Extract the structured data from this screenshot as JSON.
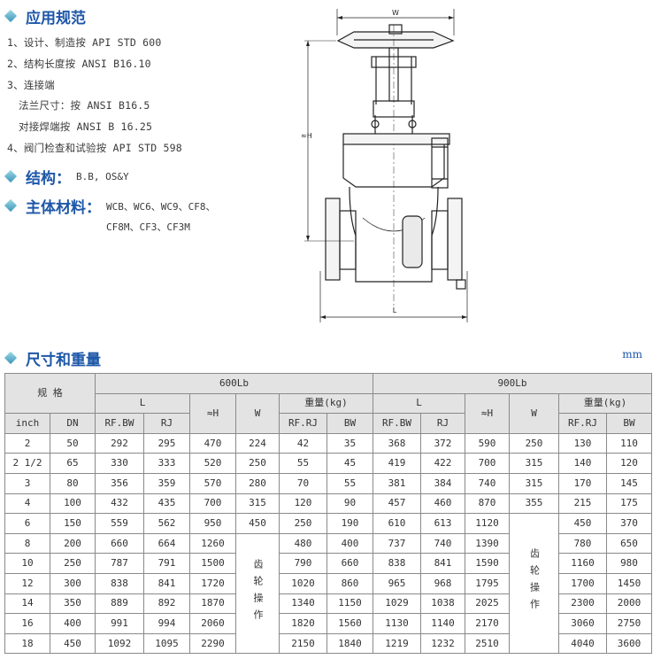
{
  "sections": {
    "application": "应用规范",
    "structure": "结构：",
    "structure_value": "B.B, OS&Y",
    "material": "主体材料：",
    "material_line1": "WCB、WC6、WC9、CF8、",
    "material_line2": "CF8M、CF3、CF3M",
    "dimensions": "尺寸和重量",
    "unit": "mm"
  },
  "specs": [
    "1、设计、制造按 API STD 600",
    "2、结构长度按 ANSI B16.10",
    "3、连接端",
    "法兰尺寸：按 ANSI B16.5",
    "对接焊端按 ANSI B 16.25",
    "4、阀门检查和试验按 API STD 598"
  ],
  "drawing": {
    "w": "W",
    "h": "≈H",
    "l": "L"
  },
  "table": {
    "spec": "规 格",
    "class1": "600Lb",
    "class2": "900Lb",
    "L": "L",
    "H": "≈H",
    "W": "W",
    "weight": "重量(kg)",
    "inch": "inch",
    "dn": "DN",
    "rfbw": "RF.BW",
    "rj": "RJ",
    "rfrj": "RF.RJ",
    "bw": "BW",
    "gear": "齿轮操作",
    "rows": [
      [
        "2",
        "50",
        "292",
        "295",
        "470",
        "224",
        "42",
        "35",
        "368",
        "372",
        "590",
        "250",
        "130",
        "110"
      ],
      [
        "2 1/2",
        "65",
        "330",
        "333",
        "520",
        "250",
        "55",
        "45",
        "419",
        "422",
        "700",
        "315",
        "140",
        "120"
      ],
      [
        "3",
        "80",
        "356",
        "359",
        "570",
        "280",
        "70",
        "55",
        "381",
        "384",
        "740",
        "315",
        "170",
        "145"
      ],
      [
        "4",
        "100",
        "432",
        "435",
        "700",
        "315",
        "120",
        "90",
        "457",
        "460",
        "870",
        "355",
        "215",
        "175"
      ],
      [
        "6",
        "150",
        "559",
        "562",
        "950",
        "450",
        "250",
        "190",
        "610",
        "613",
        "1120",
        "",
        "450",
        "370"
      ],
      [
        "8",
        "200",
        "660",
        "664",
        "1260",
        "",
        "480",
        "400",
        "737",
        "740",
        "1390",
        "",
        "780",
        "650"
      ],
      [
        "10",
        "250",
        "787",
        "791",
        "1500",
        "",
        "790",
        "660",
        "838",
        "841",
        "1590",
        "",
        "1160",
        "980"
      ],
      [
        "12",
        "300",
        "838",
        "841",
        "1720",
        "",
        "1020",
        "860",
        "965",
        "968",
        "1795",
        "",
        "1700",
        "1450"
      ],
      [
        "14",
        "350",
        "889",
        "892",
        "1870",
        "",
        "1340",
        "1150",
        "1029",
        "1038",
        "2025",
        "",
        "2300",
        "2000"
      ],
      [
        "16",
        "400",
        "991",
        "994",
        "2060",
        "",
        "1820",
        "1560",
        "1130",
        "1140",
        "2170",
        "",
        "3060",
        "2750"
      ],
      [
        "18",
        "450",
        "1092",
        "1095",
        "2290",
        "",
        "2150",
        "1840",
        "1219",
        "1232",
        "2510",
        "",
        "4040",
        "3600"
      ]
    ]
  }
}
